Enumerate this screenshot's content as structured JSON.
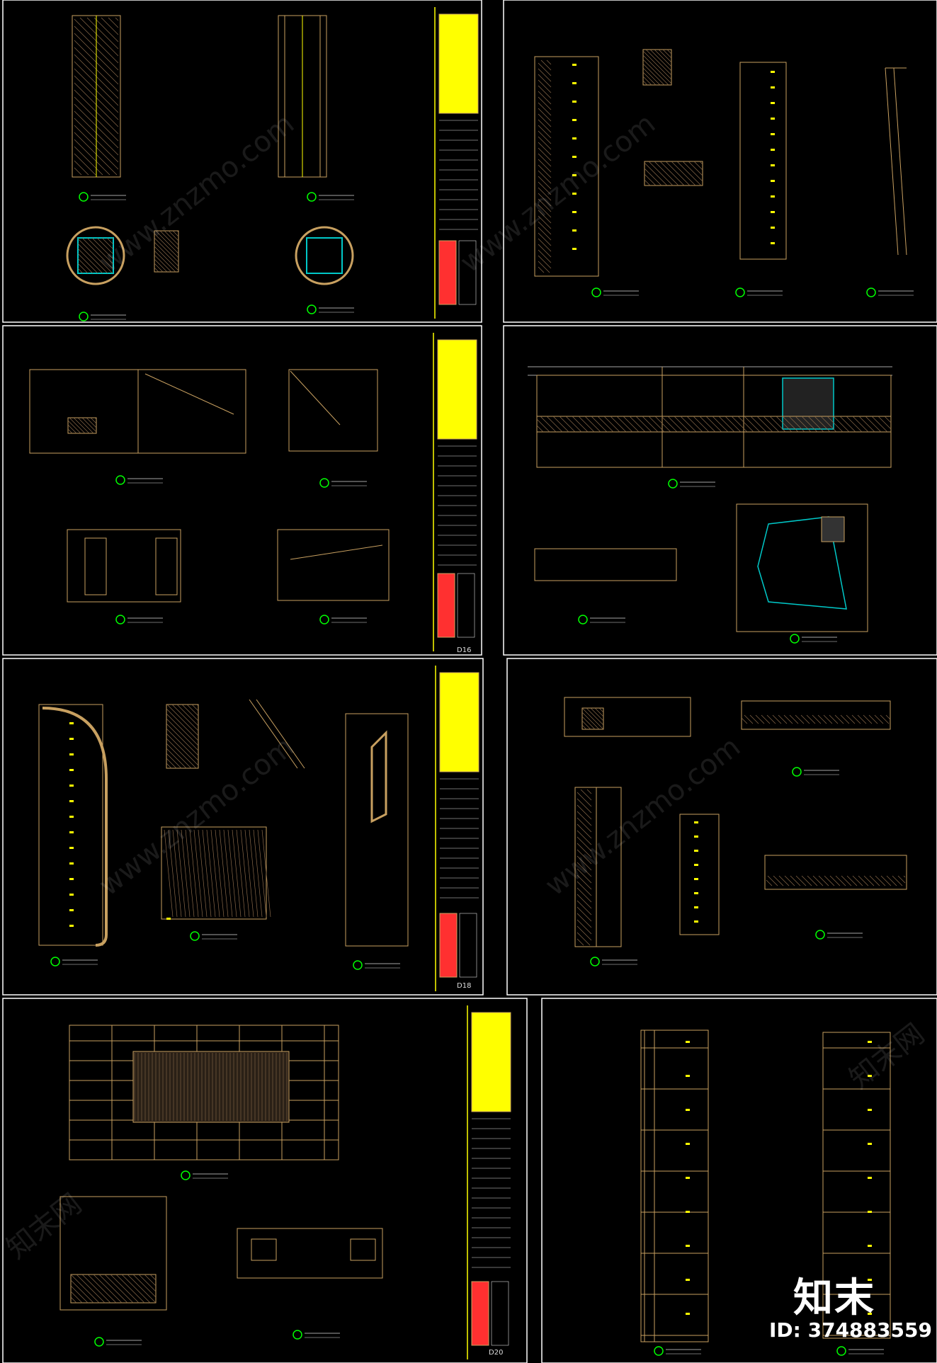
{
  "watermark": {
    "logo": "知末",
    "id": "ID: 374883559",
    "site": "www.znzmo.com",
    "brand": "知末网"
  },
  "sheets": [
    {
      "code": ""
    },
    {
      "code": ""
    },
    {
      "code": "D16"
    },
    {
      "code": ""
    },
    {
      "code": "D18"
    },
    {
      "code": ""
    },
    {
      "code": "D20"
    },
    {
      "code": ""
    }
  ],
  "colors": {
    "background": "#000000",
    "frame": "#ffffff",
    "line": "#c8a060",
    "yellow": "#ffff00",
    "green": "#00ff00",
    "cyan": "#00c8c8",
    "red": "#ff3030",
    "hatch": "#8a6a4a"
  }
}
